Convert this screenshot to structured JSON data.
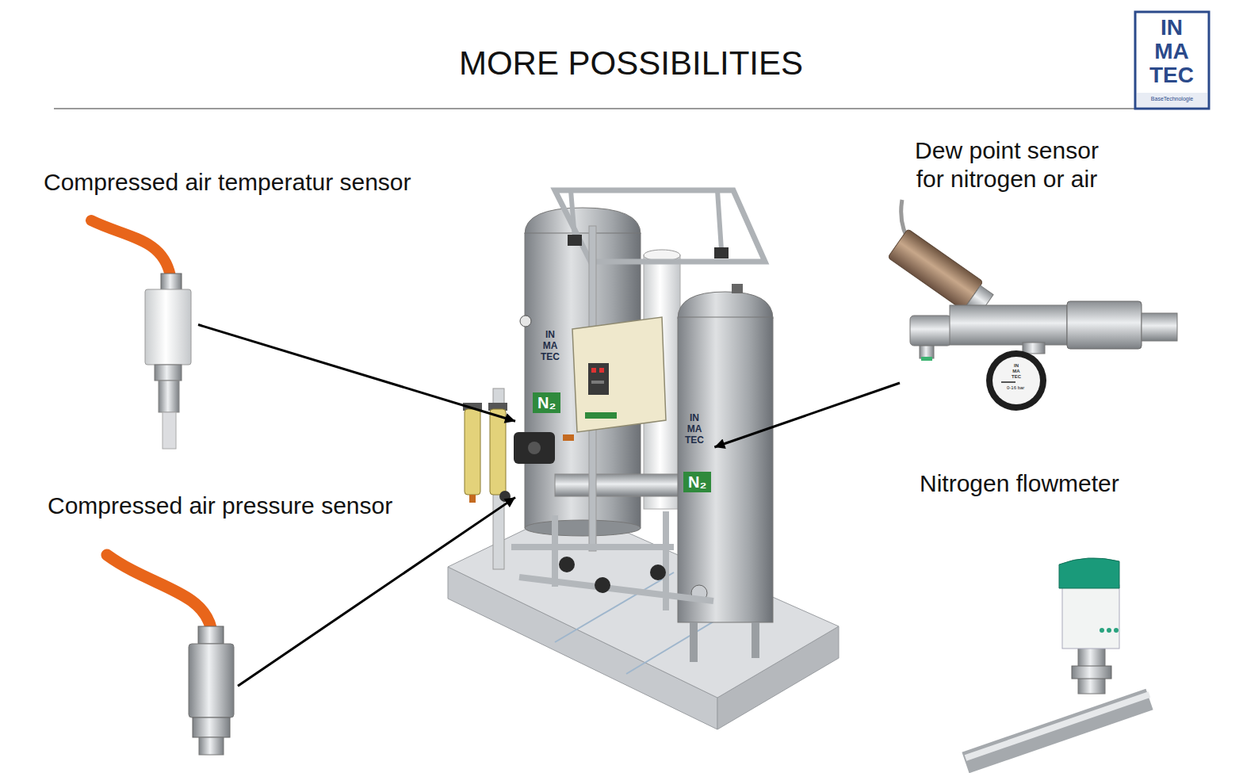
{
  "diagram": {
    "title": "MORE POSSIBILITIES",
    "nodes": [
      {
        "text": [
          "Compressed air temperatur sensor"
        ]
      },
      {
        "text": [
          "Compressed air pressure sensor"
        ]
      },
      {
        "text": [
          "Dew point sensor for nitrogen or air",
          "IN MA TEC",
          "0-16 bar"
        ]
      },
      {
        "text": [
          "Nitrogen flowmeter"
        ]
      },
      {
        "text": [
          "IN MA TEC",
          "N₂",
          "IN MA TEC",
          "N₂"
        ]
      }
    ],
    "edges": [
      {
        "from": 0,
        "to": 4,
        "arrow": "to"
      },
      {
        "from": 1,
        "to": 4,
        "arrow": "to"
      },
      {
        "from": 2,
        "to": 4,
        "arrow": "to"
      }
    ],
    "labels": [
      "IN MA TEC",
      "BaseTechnologie"
    ]
  }
}
